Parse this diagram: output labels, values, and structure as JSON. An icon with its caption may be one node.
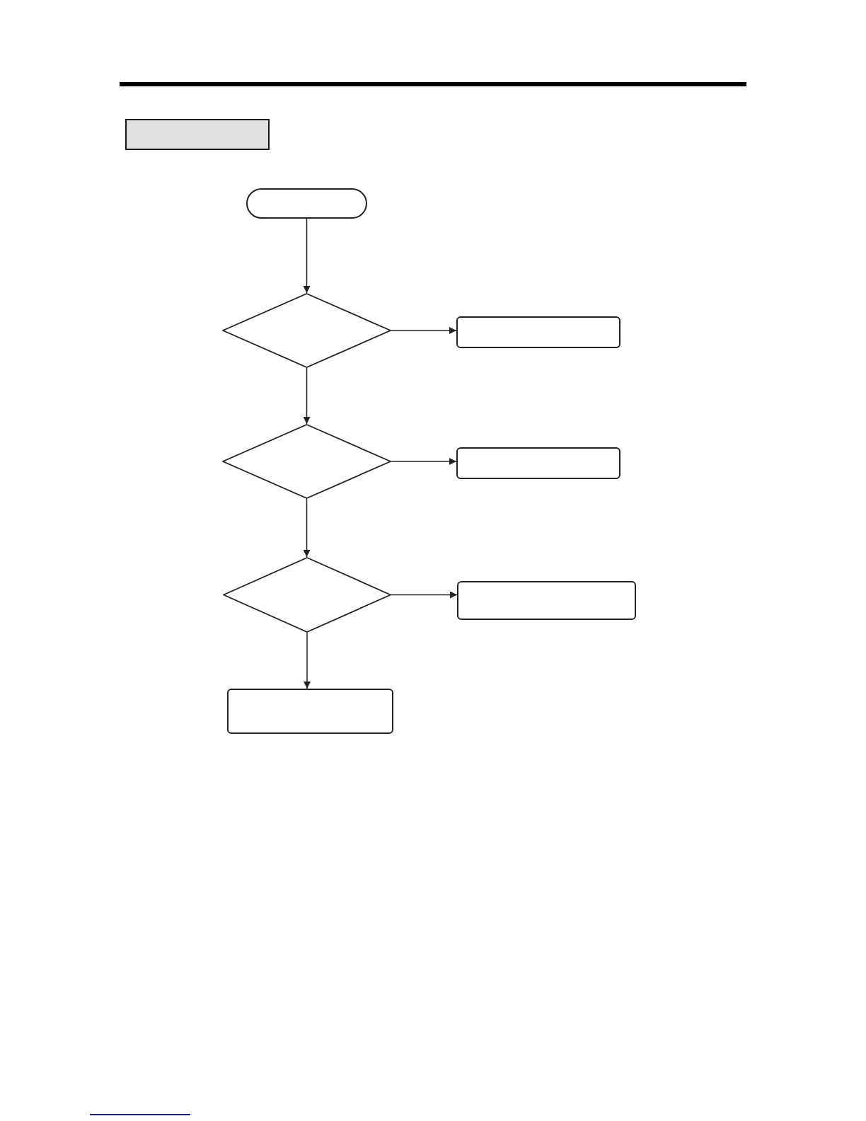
{
  "diagram": {
    "nodes": [
      {
        "text": [],
        "shape": "bar"
      },
      {
        "text": [],
        "shape": "oval"
      },
      {
        "text": [],
        "shape": "diamond"
      },
      {
        "text": [],
        "shape": "box"
      },
      {
        "text": [],
        "shape": "diamond"
      },
      {
        "text": [],
        "shape": "box"
      },
      {
        "text": [],
        "shape": "diamond"
      },
      {
        "text": [],
        "shape": "box"
      },
      {
        "text": [],
        "shape": "box"
      }
    ],
    "edges": [
      {
        "from": 1,
        "to": 2,
        "arrow": "to"
      },
      {
        "from": 2,
        "to": 3,
        "arrow": "to"
      },
      {
        "from": 2,
        "to": 4,
        "arrow": "to"
      },
      {
        "from": 4,
        "to": 5,
        "arrow": "to"
      },
      {
        "from": 4,
        "to": 6,
        "arrow": "to"
      },
      {
        "from": 6,
        "to": 7,
        "arrow": "to"
      },
      {
        "from": 6,
        "to": 8,
        "arrow": "to"
      }
    ]
  }
}
